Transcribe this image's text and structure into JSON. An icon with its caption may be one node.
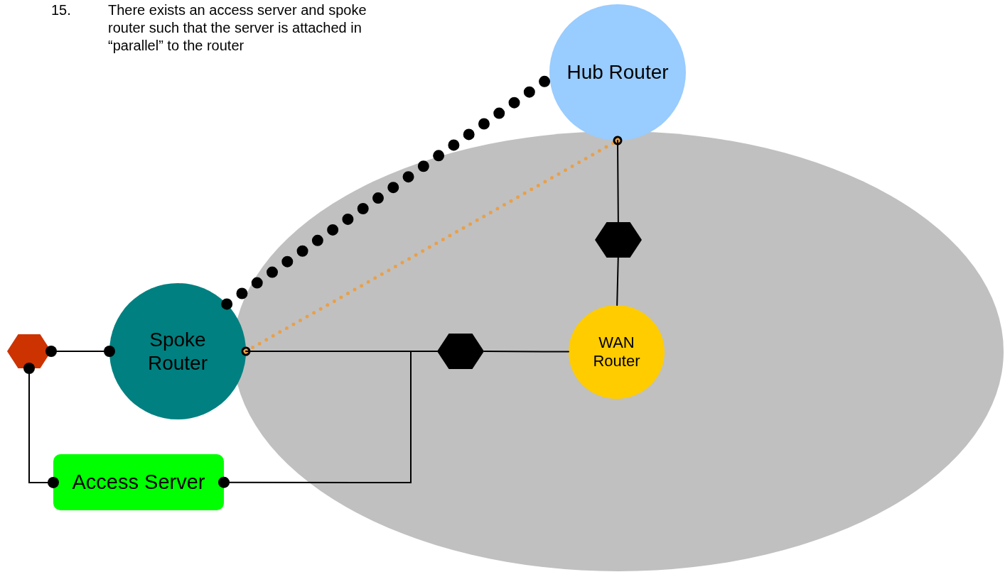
{
  "diagram": {
    "nodes": [
      {
        "text": [
          "Hub Router"
        ]
      },
      {
        "text": [
          "Spoke Router"
        ]
      },
      {
        "text": [
          "WAN Router"
        ]
      },
      {
        "text": [
          "Access Server"
        ]
      },
      {
        "text": [],
        "shape": "hexagon"
      },
      {
        "text": [],
        "shape": "hexagon"
      },
      {
        "text": [],
        "shape": "hexagon"
      }
    ],
    "edges": [
      {
        "from": 1,
        "to": 0,
        "arrow": "none",
        "style": "dashed"
      },
      {
        "from": 1,
        "to": 0,
        "arrow": "other",
        "style": "dashed",
        "color": "#e8a04a"
      },
      {
        "from": 4,
        "to": 1,
        "arrow": "other"
      },
      {
        "from": 4,
        "to": 3,
        "arrow": "other"
      },
      {
        "from": 3,
        "to": 6,
        "arrow": "other"
      },
      {
        "from": 1,
        "to": 6,
        "arrow": "none"
      },
      {
        "from": 6,
        "to": 2,
        "arrow": "none"
      },
      {
        "from": 0,
        "to": 5,
        "arrow": "none"
      },
      {
        "from": 5,
        "to": 2,
        "arrow": "none"
      }
    ],
    "labels": [
      "15.",
      "There exists an access server and spoke router such that the server is attached in “parallel” to the router"
    ]
  }
}
